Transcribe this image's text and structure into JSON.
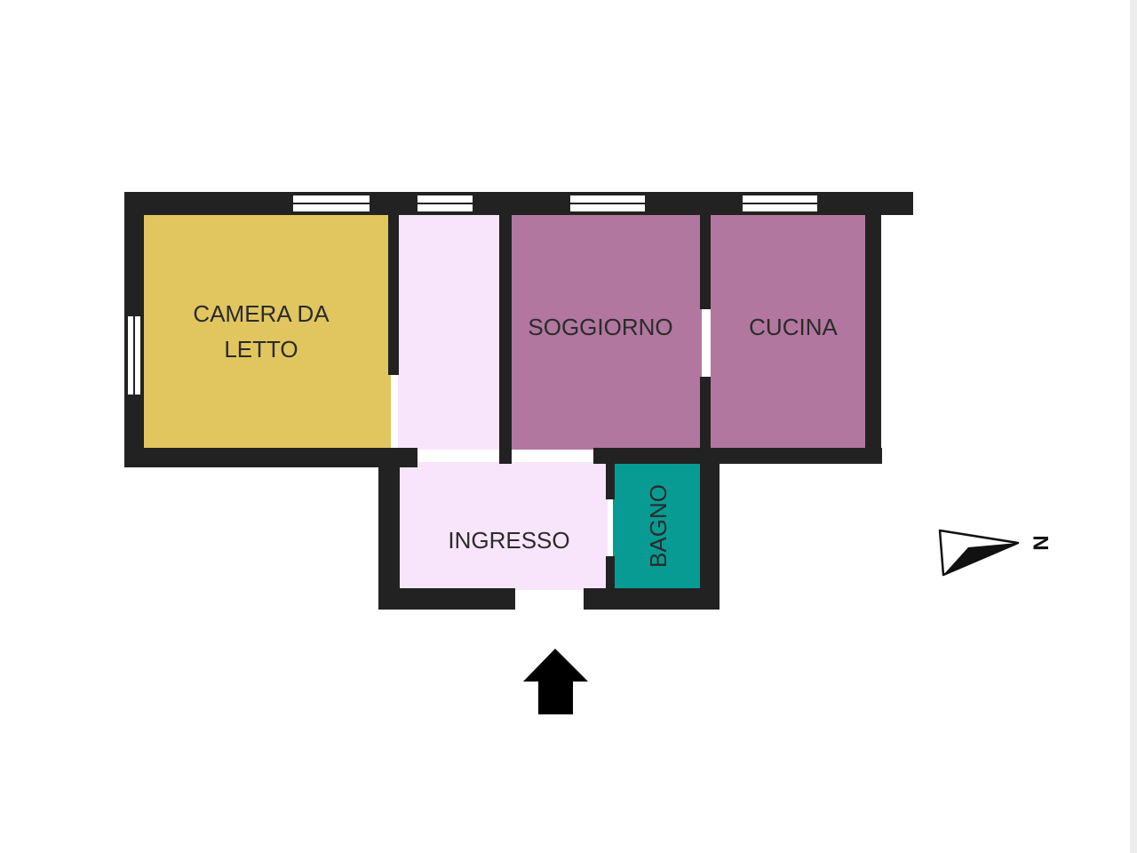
{
  "rooms": {
    "camera": {
      "label_line1": "CAMERA DA",
      "label_line2": "LETTO",
      "color": "#e1c65f"
    },
    "corridoio": {
      "color": "#f9e5fb"
    },
    "soggiorno": {
      "label": "SOGGIORNO",
      "color": "#b1779f"
    },
    "cucina": {
      "label": "CUCINA",
      "color": "#b1779f"
    },
    "ingresso": {
      "label": "INGRESSO",
      "color": "#f9e5fb"
    },
    "bagno": {
      "label": "BAGNO",
      "color": "#079b94"
    }
  },
  "compass": {
    "letter": "N"
  },
  "colors": {
    "wall": "#222222",
    "window": "#ffffff",
    "arrow": "#000000"
  }
}
